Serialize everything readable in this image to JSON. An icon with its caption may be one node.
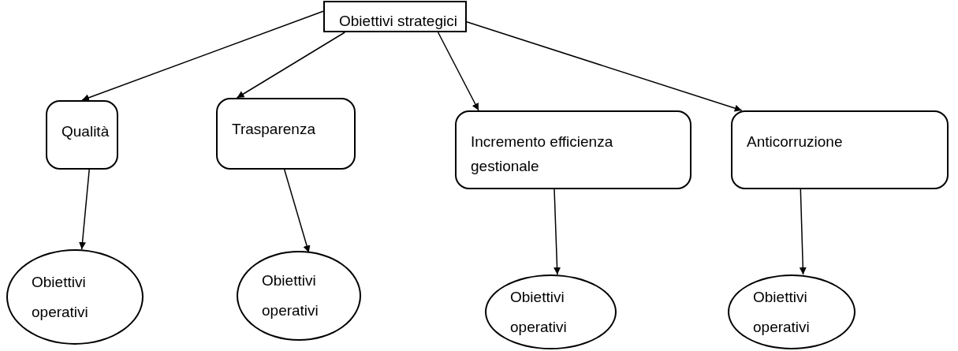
{
  "diagram": {
    "nodes": [
      {
        "text": [
          "Obiettivi strategici"
        ]
      },
      {
        "text": [
          "Qualità"
        ]
      },
      {
        "text": [
          "Trasparenza"
        ]
      },
      {
        "text": [
          "Incremento efficienza gestionale"
        ]
      },
      {
        "text": [
          "Anticorruzione"
        ]
      },
      {
        "text": [
          "Obiettivi operativi"
        ]
      },
      {
        "text": [
          "Obiettivi operativi"
        ]
      },
      {
        "text": [
          "Obiettivi operativi"
        ]
      },
      {
        "text": [
          "Obiettivi operativi"
        ]
      }
    ],
    "edges": [
      {
        "from": 0,
        "to": 1,
        "arrow": "to"
      },
      {
        "from": 0,
        "to": 2,
        "arrow": "to"
      },
      {
        "from": 0,
        "to": 3,
        "arrow": "to"
      },
      {
        "from": 0,
        "to": 4,
        "arrow": "to"
      },
      {
        "from": 1,
        "to": 5,
        "arrow": "to"
      },
      {
        "from": 2,
        "to": 6,
        "arrow": "to"
      },
      {
        "from": 3,
        "to": 7,
        "arrow": "to"
      },
      {
        "from": 4,
        "to": 8,
        "arrow": "to"
      }
    ]
  }
}
